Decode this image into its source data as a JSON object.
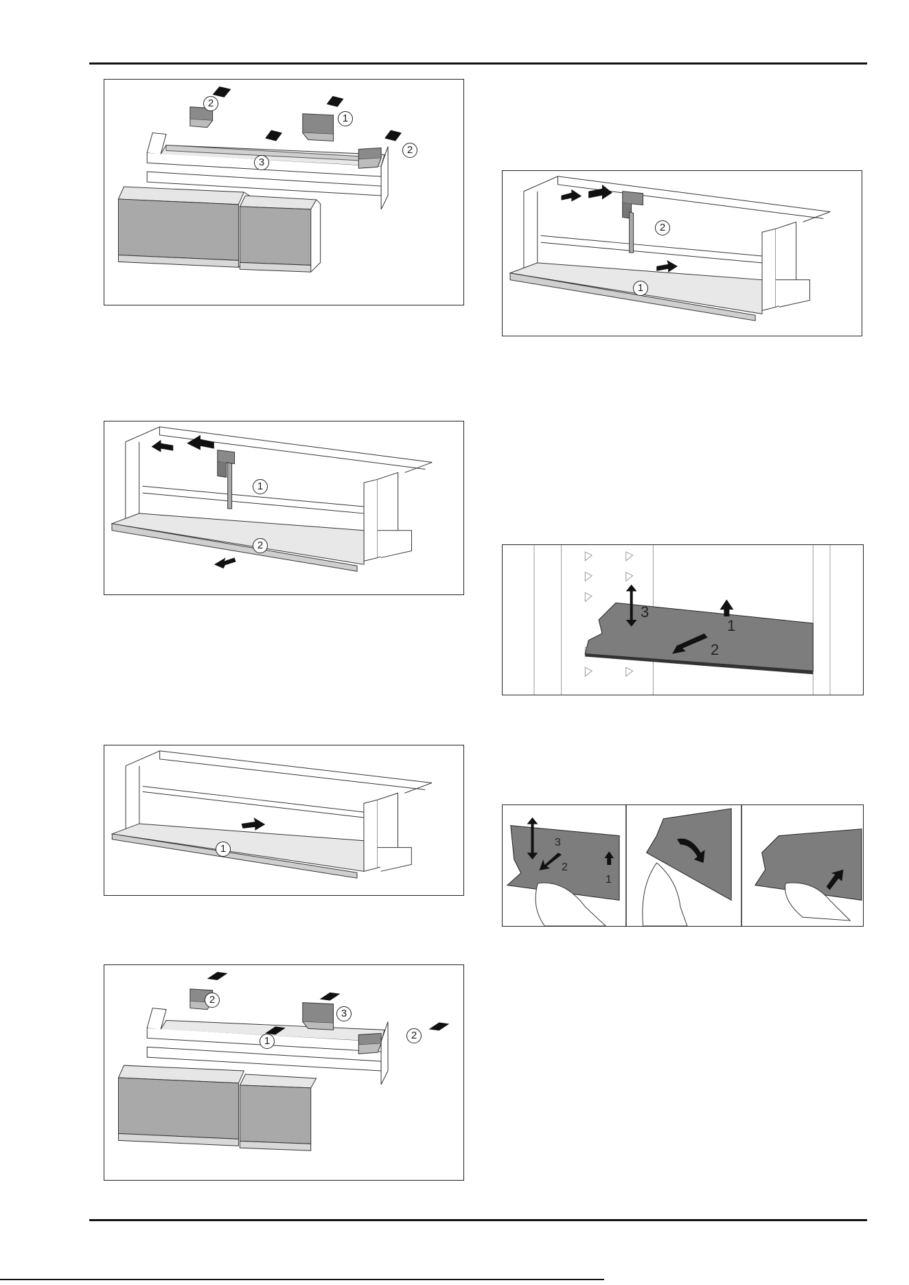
{
  "figures": {
    "fig1": {
      "callouts": [
        "1",
        "2",
        "2",
        "3"
      ]
    },
    "fig2": {
      "callouts": [
        "1",
        "2"
      ]
    },
    "fig3": {
      "callouts": [
        "1"
      ]
    },
    "fig4": {
      "callouts": [
        "2",
        "1",
        "2",
        "3"
      ]
    },
    "fig5": {
      "callouts": [
        "2",
        "1"
      ]
    },
    "fig6": {
      "step_numbers": [
        "3",
        "1",
        "2"
      ]
    },
    "fig7": {
      "step_numbers": [
        "3",
        "2",
        "1"
      ]
    }
  }
}
